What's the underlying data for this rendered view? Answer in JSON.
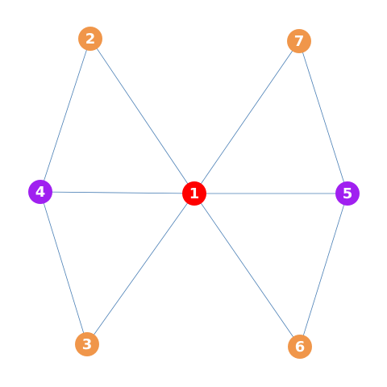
{
  "graph": {
    "colors": {
      "hub": "#ff0000",
      "side": "#a020f0",
      "outer": "#f0964a",
      "edge": "#4a7fb5",
      "label": "#ffffff"
    },
    "nodes": [
      {
        "id": "1",
        "label": "1",
        "group": "hub"
      },
      {
        "id": "2",
        "label": "2",
        "group": "outer"
      },
      {
        "id": "3",
        "label": "3",
        "group": "outer"
      },
      {
        "id": "4",
        "label": "4",
        "group": "side"
      },
      {
        "id": "5",
        "label": "5",
        "group": "side"
      },
      {
        "id": "6",
        "label": "6",
        "group": "outer"
      },
      {
        "id": "7",
        "label": "7",
        "group": "outer"
      }
    ],
    "edges": [
      [
        "1",
        "2"
      ],
      [
        "1",
        "3"
      ],
      [
        "1",
        "4"
      ],
      [
        "1",
        "5"
      ],
      [
        "1",
        "6"
      ],
      [
        "1",
        "7"
      ],
      [
        "2",
        "4"
      ],
      [
        "3",
        "4"
      ],
      [
        "5",
        "6"
      ],
      [
        "5",
        "7"
      ]
    ]
  }
}
